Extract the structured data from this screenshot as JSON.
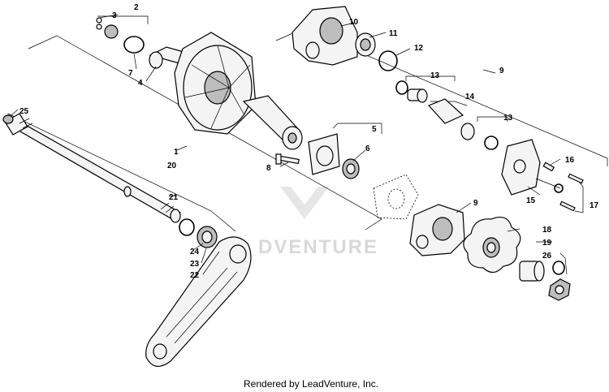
{
  "watermark": "DVENTURE",
  "footer": "Rendered by LeadVenture, Inc.",
  "callouts": {
    "c1": "1",
    "c2": "2",
    "c3": "3",
    "c4": "4",
    "c5": "5",
    "c6": "6",
    "c7": "7",
    "c8": "8",
    "c9a": "9",
    "c9b": "9",
    "c10": "10",
    "c11": "11",
    "c12": "12",
    "c13a": "13",
    "c13b": "13",
    "c14": "14",
    "c15": "15",
    "c16": "16",
    "c17": "17",
    "c18": "18",
    "c19": "19",
    "c20": "20",
    "c21": "21",
    "c22": "22",
    "c23": "23",
    "c24": "24",
    "c25": "25",
    "c26": "26"
  }
}
